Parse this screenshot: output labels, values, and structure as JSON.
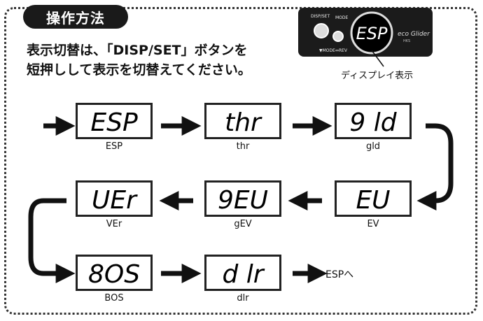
{
  "section_title": "操作方法",
  "instructions": {
    "line1": "表示切替は、「DISP/SET」ボタンを",
    "line2": "短押しして表示を切替えてください。"
  },
  "device": {
    "button_label_left": "DISP/SET",
    "button_label_right": "MODE",
    "bottom_label": "▼MODE⇔REV",
    "display_text": "ESP",
    "brand": "eco Glider",
    "brand_sub": "HKS",
    "caption": "ディスプレイ表示"
  },
  "steps": [
    {
      "display": "ESP",
      "label": "ESP"
    },
    {
      "display": "thr",
      "label": "thr"
    },
    {
      "display": "9 ld",
      "label": "gld"
    },
    {
      "display": "EU",
      "label": "EV"
    },
    {
      "display": "9EU",
      "label": "gEV"
    },
    {
      "display": "UEr",
      "label": "VEr"
    },
    {
      "display": "8OS",
      "label": "BOS"
    },
    {
      "display": "d lr",
      "label": "dlr"
    }
  ],
  "loop_text": "ESPへ"
}
